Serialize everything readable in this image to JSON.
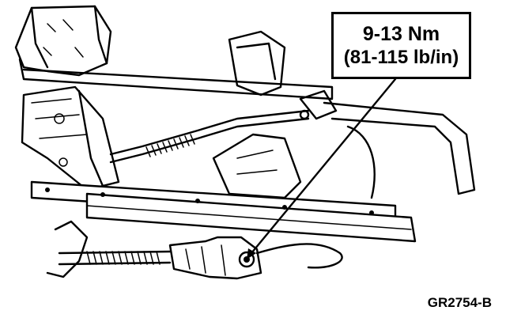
{
  "torque_callout": {
    "metric": "9-13 Nm",
    "imperial": "(81-115 lb/in)"
  },
  "figure_id": "GR2754-B",
  "ink_color": "#000000",
  "paper_color": "#ffffff"
}
